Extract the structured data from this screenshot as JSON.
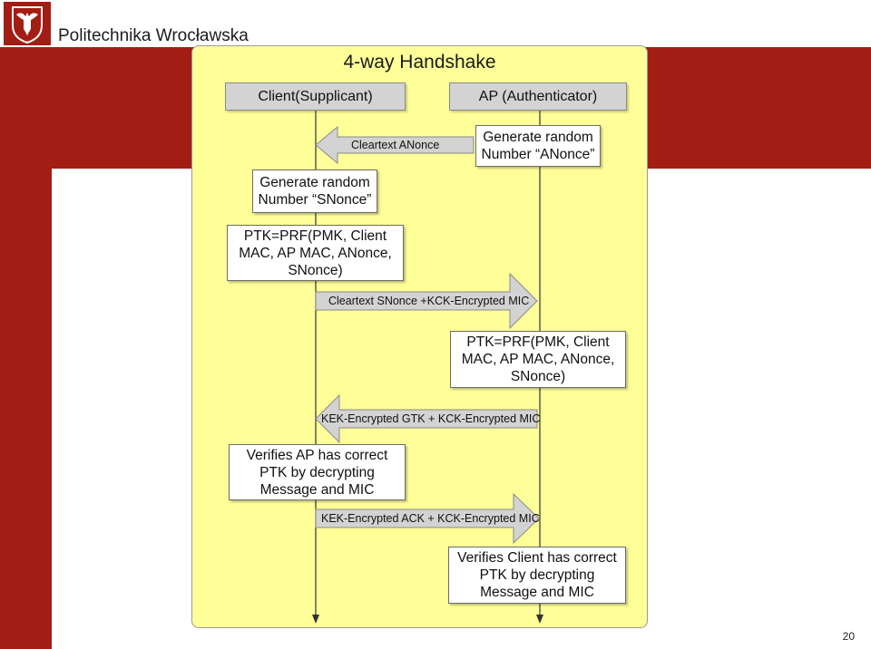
{
  "brand": {
    "name": "Politechnika Wrocławska"
  },
  "diagram": {
    "title": "4-way Handshake",
    "client_header": "Client(Supplicant)",
    "ap_header": "AP (Authenticator)",
    "steps": {
      "ap_generate": "Generate random\nNumber “ANonce”",
      "msg1": "Cleartext ANonce",
      "client_generate": "Generate random\nNumber “SNonce”",
      "client_ptk": "PTK=PRF(PMK, Client\nMAC, AP MAC, ANonce,\nSNonce)",
      "msg2": "Cleartext SNonce +KCK-Encrypted MIC",
      "ap_ptk": "PTK=PRF(PMK, Client\nMAC, AP MAC, ANonce,\nSNonce)",
      "msg3": "KEK-Encrypted GTK + KCK-Encrypted MIC",
      "client_verify": "Verifies AP has correct\nPTK by decrypting\nMessage and MIC",
      "msg4": "KEK-Encrypted ACK + KCK-Encrypted MIC",
      "ap_verify": "Verifies Client has correct\nPTK by decrypting\nMessage and MIC"
    }
  },
  "page": {
    "number": "20"
  }
}
